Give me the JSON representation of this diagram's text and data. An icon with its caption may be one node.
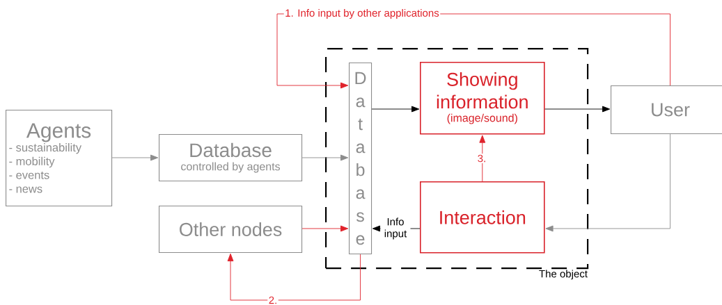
{
  "diagram": {
    "nodes": [
      {
        "text": [
          "The object"
        ]
      },
      {
        "text": [
          "Agents",
          "- sustainability",
          "- mobility",
          "- events",
          "- news"
        ]
      },
      {
        "text": [
          "Database",
          "controlled by agents"
        ]
      },
      {
        "text": [
          "Other nodes"
        ]
      },
      {
        "text": [
          "Database"
        ],
        "in": 0
      },
      {
        "text": [
          "Showing information",
          "(image/sound)"
        ],
        "in": 0
      },
      {
        "text": [
          "Interaction"
        ],
        "in": 0
      },
      {
        "text": [
          "User"
        ]
      }
    ],
    "edges": [
      {
        "from": 1,
        "to": 2,
        "arrow": "to",
        "color": "#8c8c8c"
      },
      {
        "from": 2,
        "to": 4,
        "arrow": "to",
        "color": "#8c8c8c"
      },
      {
        "from": 3,
        "to": 4,
        "arrow": "to",
        "color": "#e0232b"
      },
      {
        "from": 4,
        "to": 5,
        "arrow": "to",
        "color": "#000000"
      },
      {
        "from": 5,
        "to": 7,
        "arrow": "to",
        "color": "#000000"
      },
      {
        "from": 7,
        "to": 6,
        "arrow": "to",
        "color": "#8c8c8c"
      },
      {
        "from": 6,
        "to": 4,
        "arrow": "to",
        "label": "Info input",
        "color": "#000000"
      },
      {
        "from": 6,
        "to": 5,
        "arrow": "to",
        "label": "3.",
        "color": "#e0232b"
      },
      {
        "from": 7,
        "to": 4,
        "arrow": "to",
        "label": "1. Info input by other applications",
        "color": "#e0232b"
      },
      {
        "from": 4,
        "to": 3,
        "arrow": "to",
        "label": "2.",
        "color": "#e0232b"
      }
    ]
  }
}
